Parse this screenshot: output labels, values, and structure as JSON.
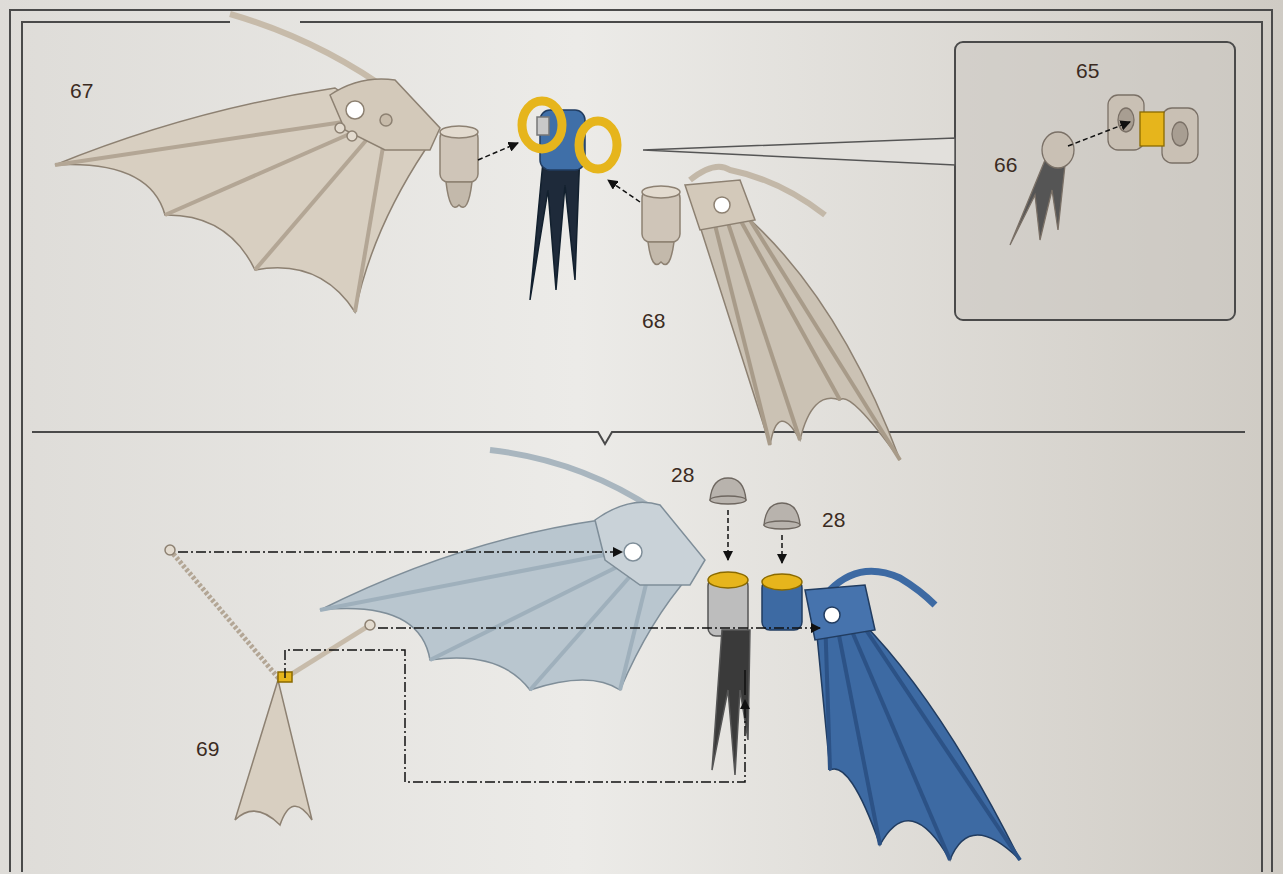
{
  "diagram": {
    "labels": [
      "67",
      "65",
      "66",
      "68",
      "28",
      "28",
      "69"
    ]
  }
}
